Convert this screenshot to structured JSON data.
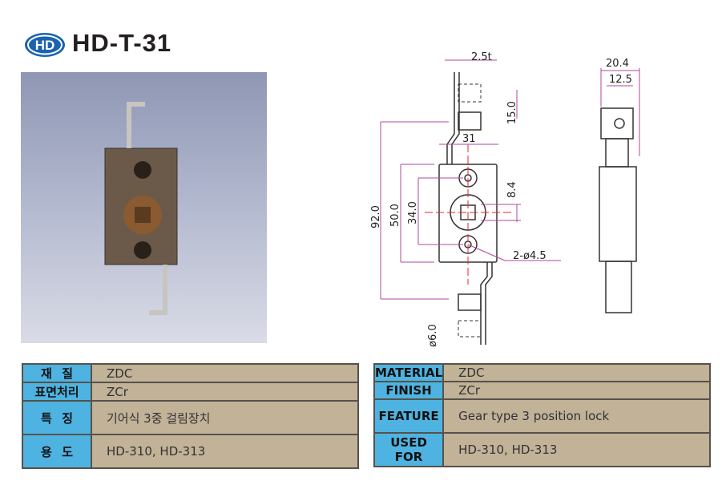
{
  "header": {
    "title": "HD-T-31",
    "logo_text": "HD"
  },
  "drawing": {
    "dims": [
      "2.5t",
      "15.0",
      "31",
      "8.4",
      "92.0",
      "50.0",
      "34.0",
      "2-ø4.5",
      "ø6.0",
      "20.4",
      "12.5"
    ]
  },
  "spec_ko": [
    {
      "label": "재 질",
      "chars": [
        "재",
        "질"
      ],
      "value": "ZDC"
    },
    {
      "label": "표면처리",
      "chars": [
        "표면처리"
      ],
      "value": "ZCr"
    },
    {
      "label": "특 징",
      "chars": [
        "특",
        "징"
      ],
      "value": "기어식 3중 걸림장치"
    },
    {
      "label": "용 도",
      "chars": [
        "용",
        "도"
      ],
      "value": "HD-310, HD-313"
    }
  ],
  "spec_en": [
    {
      "label": "MATERIAL",
      "value": "ZDC"
    },
    {
      "label": "FINISH",
      "value": "ZCr"
    },
    {
      "label": "FEATURE",
      "value": "Gear type 3 position lock"
    },
    {
      "label": "USED FOR",
      "value": "HD-310, HD-313"
    }
  ],
  "colors": {
    "label_bg": "#4eb3e0",
    "value_bg": "#c1b298",
    "dim": "#b0479b",
    "center": "#e8262c"
  }
}
